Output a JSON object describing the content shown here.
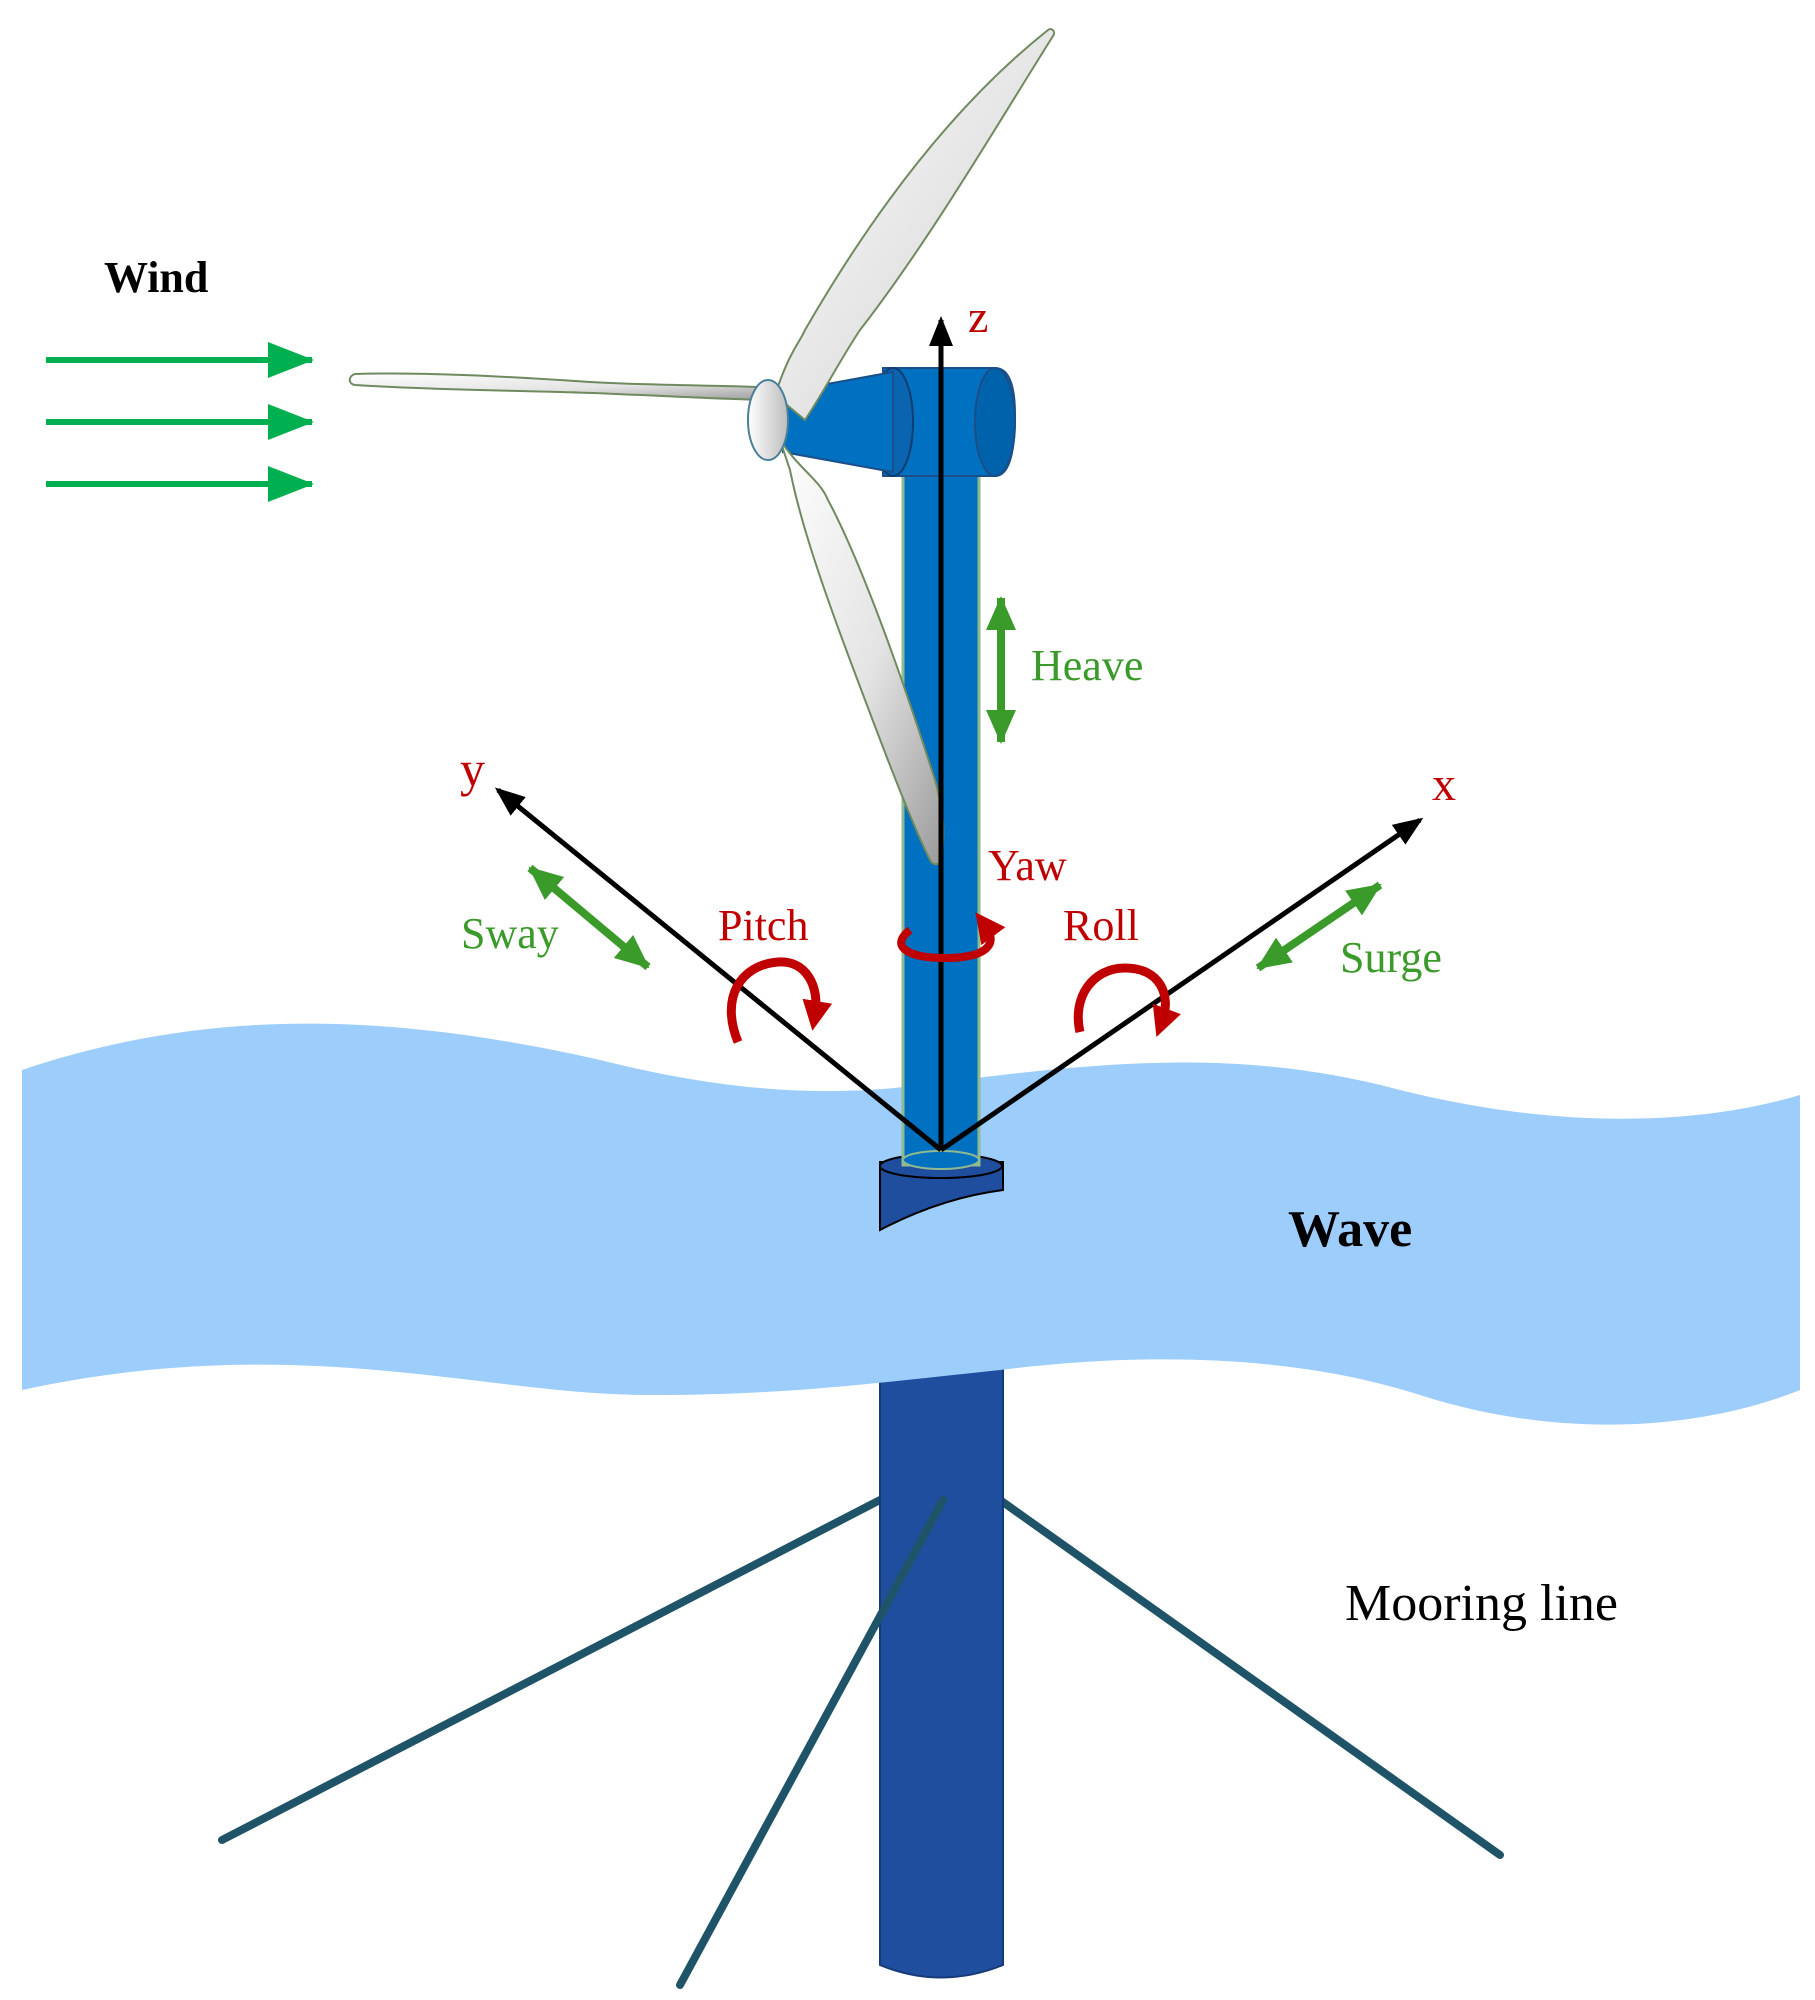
{
  "labels": {
    "wind": "Wind",
    "wave": "Wave",
    "mooring": "Mooring line",
    "axis_z": "z",
    "axis_y": "y",
    "axis_x": "x",
    "heave": "Heave",
    "sway": "Sway",
    "surge": "Surge",
    "pitch": "Pitch",
    "roll": "Roll",
    "yaw": "Yaw"
  },
  "colors": {
    "wind_arrow": "#00b050",
    "motion_green": "#3a9a2a",
    "rotation_red": "#c00000",
    "axis_black": "#000000",
    "water": "#9dcdfb",
    "tower": "#0070c0",
    "spar": "#1f4e9e",
    "mooring": "#1f5468",
    "blade": "#e6e6e6"
  }
}
